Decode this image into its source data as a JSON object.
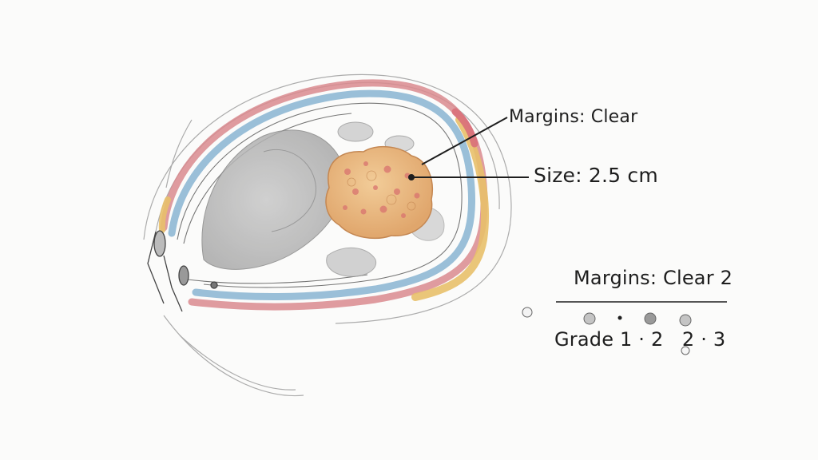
{
  "annotations": {
    "margins_top": "Margins: Clear",
    "size": "Size: 2.5 cm",
    "margins_second": "Margins: Clear 2",
    "grade_scale": "Grade 1 · 2   2 · 3"
  },
  "colors": {
    "outer_band_red": "#d98a8e",
    "band_blue": "#8fb8d4",
    "band_yellow": "#e8c06a",
    "tissue_gray": "#b9b9b9",
    "mass_fill": "#eab883",
    "mass_spots": "#d9736f",
    "ink": "#1e1e1e"
  }
}
